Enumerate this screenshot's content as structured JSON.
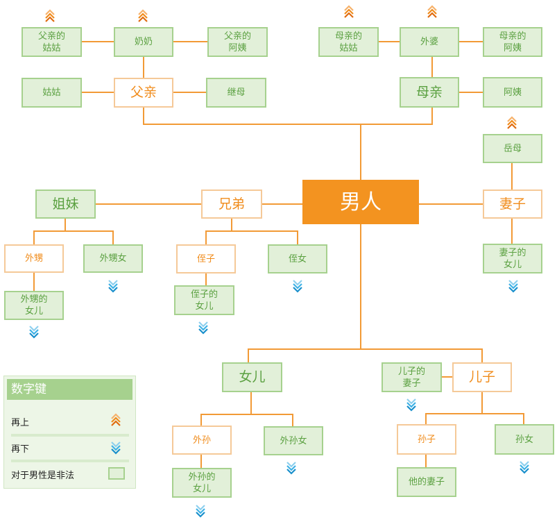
{
  "colors": {
    "green_fill": "#e2f0d9",
    "green_border": "#a6d18e",
    "green_text": "#5aa040",
    "orange": "#f08c1c",
    "orange_border": "#f5c998",
    "center": "#f39320",
    "line": "#f29a36",
    "blue": "#2aa7e0"
  },
  "nodes": {
    "man": "男人",
    "father": "父亲",
    "mother": "母亲",
    "wife": "妻子",
    "brother": "兄弟",
    "sister": "姐妹",
    "daughter": "女儿",
    "son": "儿子",
    "paternal_grandma": "奶奶",
    "father_aunt": "父亲的\n姑姑",
    "father_maternal_aunt": "父亲的\n阿姨",
    "aunt_paternal": "姑姑",
    "stepmother": "继母",
    "maternal_grandma": "外婆",
    "mother_aunt": "母亲的\n姑姑",
    "mother_maternal_aunt": "母亲的\n阿姨",
    "aunt_maternal": "阿姨",
    "mother_in_law": "岳母",
    "wife_daughter": "妻子的\n女儿",
    "nephew_sister": "外甥",
    "niece_sister": "外甥女",
    "nephew_sister_daughter": "外甥的\n女儿",
    "nephew_brother": "侄子",
    "niece_brother": "侄女",
    "nephew_brother_daughter": "侄子的\n女儿",
    "grandson_daughter": "外孙",
    "granddaughter_daughter": "外孙女",
    "grandson_daughter_daughter": "外孙的\n女儿",
    "son_wife": "儿子的\n妻子",
    "grandson": "孙子",
    "granddaughter": "孙女",
    "grandson_wife": "他的妻子"
  },
  "legend": {
    "title": "数字键",
    "up": "再上",
    "down": "再下",
    "illegal": "对于男性是非法"
  }
}
